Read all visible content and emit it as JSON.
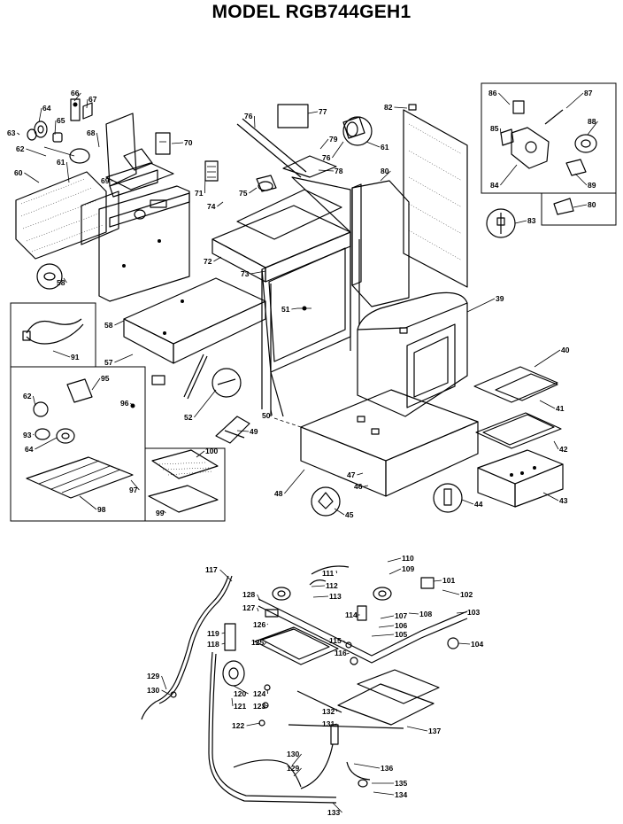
{
  "title": "MODEL RGB744GEH1",
  "callouts": [
    {
      "id": "c60",
      "label": "60"
    },
    {
      "id": "c61a",
      "label": "61"
    },
    {
      "id": "c62a",
      "label": "62"
    },
    {
      "id": "c63",
      "label": "63"
    },
    {
      "id": "c64a",
      "label": "64"
    },
    {
      "id": "c65",
      "label": "65"
    },
    {
      "id": "c66",
      "label": "66"
    },
    {
      "id": "c67",
      "label": "67"
    },
    {
      "id": "c68",
      "label": "68"
    },
    {
      "id": "c69",
      "label": "69"
    },
    {
      "id": "c70",
      "label": "70"
    },
    {
      "id": "c71",
      "label": "71"
    },
    {
      "id": "c74",
      "label": "74"
    },
    {
      "id": "c75",
      "label": "75"
    },
    {
      "id": "c76a",
      "label": "76"
    },
    {
      "id": "c77",
      "label": "77"
    },
    {
      "id": "c76b",
      "label": "76"
    },
    {
      "id": "c78",
      "label": "78"
    },
    {
      "id": "c79",
      "label": "79"
    },
    {
      "id": "c61b",
      "label": "61"
    },
    {
      "id": "c82",
      "label": "82"
    },
    {
      "id": "c80a",
      "label": "80"
    },
    {
      "id": "c86",
      "label": "86"
    },
    {
      "id": "c87",
      "label": "87"
    },
    {
      "id": "c85",
      "label": "85"
    },
    {
      "id": "c88",
      "label": "88"
    },
    {
      "id": "c84",
      "label": "84"
    },
    {
      "id": "c89",
      "label": "89"
    },
    {
      "id": "c80b",
      "label": "80"
    },
    {
      "id": "c83",
      "label": "83"
    },
    {
      "id": "c72",
      "label": "72"
    },
    {
      "id": "c73",
      "label": "73"
    },
    {
      "id": "c58a",
      "label": "58"
    },
    {
      "id": "c58b",
      "label": "58"
    },
    {
      "id": "c57",
      "label": "57"
    },
    {
      "id": "c51",
      "label": "51"
    },
    {
      "id": "c39",
      "label": "39"
    },
    {
      "id": "c91",
      "label": "91"
    },
    {
      "id": "c95",
      "label": "95"
    },
    {
      "id": "c62b",
      "label": "62"
    },
    {
      "id": "c96",
      "label": "96"
    },
    {
      "id": "c93",
      "label": "93"
    },
    {
      "id": "c64b",
      "label": "64"
    },
    {
      "id": "c97",
      "label": "97"
    },
    {
      "id": "c98",
      "label": "98"
    },
    {
      "id": "c100",
      "label": "100"
    },
    {
      "id": "c99",
      "label": "99"
    },
    {
      "id": "c52",
      "label": "52"
    },
    {
      "id": "c50",
      "label": "50"
    },
    {
      "id": "c49",
      "label": "49"
    },
    {
      "id": "c40",
      "label": "40"
    },
    {
      "id": "c41",
      "label": "41"
    },
    {
      "id": "c42",
      "label": "42"
    },
    {
      "id": "c43",
      "label": "43"
    },
    {
      "id": "c44",
      "label": "44"
    },
    {
      "id": "c45",
      "label": "45"
    },
    {
      "id": "c46",
      "label": "46"
    },
    {
      "id": "c47",
      "label": "47"
    },
    {
      "id": "c48",
      "label": "48"
    },
    {
      "id": "c117",
      "label": "117"
    },
    {
      "id": "c110",
      "label": "110"
    },
    {
      "id": "c109",
      "label": "109"
    },
    {
      "id": "c111",
      "label": "111"
    },
    {
      "id": "c112",
      "label": "112"
    },
    {
      "id": "c113",
      "label": "113"
    },
    {
      "id": "c101",
      "label": "101"
    },
    {
      "id": "c102",
      "label": "102"
    },
    {
      "id": "c128",
      "label": "128"
    },
    {
      "id": "c127",
      "label": "127"
    },
    {
      "id": "c126",
      "label": "126"
    },
    {
      "id": "c114",
      "label": "114"
    },
    {
      "id": "c107",
      "label": "107"
    },
    {
      "id": "c106",
      "label": "106"
    },
    {
      "id": "c108",
      "label": "108"
    },
    {
      "id": "c103",
      "label": "103"
    },
    {
      "id": "c105",
      "label": "105"
    },
    {
      "id": "c104",
      "label": "104"
    },
    {
      "id": "c119",
      "label": "119"
    },
    {
      "id": "c118",
      "label": "118"
    },
    {
      "id": "c125",
      "label": "125"
    },
    {
      "id": "c115",
      "label": "115"
    },
    {
      "id": "c116",
      "label": "116"
    },
    {
      "id": "c120",
      "label": "120"
    },
    {
      "id": "c121",
      "label": "121"
    },
    {
      "id": "c124",
      "label": "124"
    },
    {
      "id": "c123",
      "label": "123"
    },
    {
      "id": "c122",
      "label": "122"
    },
    {
      "id": "c129",
      "label": "129"
    },
    {
      "id": "c130a",
      "label": "130"
    },
    {
      "id": "c132",
      "label": "132"
    },
    {
      "id": "c131",
      "label": "131"
    },
    {
      "id": "c137",
      "label": "137"
    },
    {
      "id": "c130b",
      "label": "130"
    },
    {
      "id": "c129b",
      "label": "129"
    },
    {
      "id": "c136",
      "label": "136"
    },
    {
      "id": "c135",
      "label": "135"
    },
    {
      "id": "c134",
      "label": "134"
    },
    {
      "id": "c133",
      "label": "133"
    }
  ]
}
